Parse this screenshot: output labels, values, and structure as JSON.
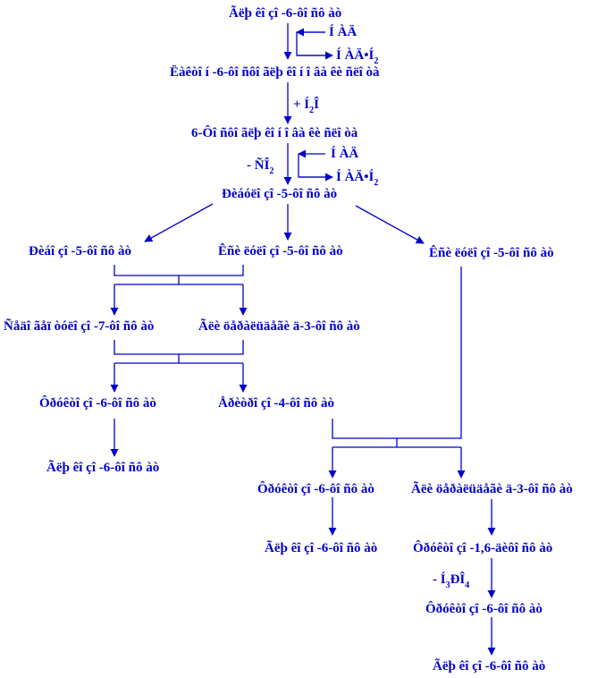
{
  "colors": {
    "ink": "#0000cc",
    "background": "#ffffff"
  },
  "nodes": {
    "n1": "Ãëþ êî çî -6-ôî ñô àò",
    "n2": "Ëàêòî í -6-ôî ñôî ãëþ êî í î âà êè ñëî òà",
    "n3": "6-Ôî ñôî ãëþ êî í î âà êè ñëî òà",
    "n4": "Ðèáóëî çî -5-ôî ñô àò",
    "n5": "Ðèáî çî -5-ôî ñô àò",
    "n6": "Êñè ëóëî çî -5-ôî ñô àò",
    "n7": "Êñè ëóëî çî -5-ôî ñô àò",
    "n8": "Ñåäî ãåï òóëî çî -7-ôî ñô àò",
    "n9": "Ãëè öåðàëüäåãè ä-3-ôî ñô àò",
    "n10": "Ôðóêòî çî -6-ôî ñô àò",
    "n11": "Åðèòðî çî -4-ôî ñô àò",
    "n12": "Ãëþ êî çî -6-ôî ñô àò",
    "n13": "Ôðóêòî çî -6-ôî ñô àò",
    "n14": "Ãëè öåðàëüäåãè ä-3-ôî ñô àò",
    "n15": "Ãëþ êî çî -6-ôî ñô àò",
    "n16": "Ôðóêòî çî -1,6-äèôî ñô àò",
    "n17": "Ôðóêòî çî -6-ôî ñô àò",
    "n18": "Ãëþ êî çî -6-ôî ñô àò"
  },
  "reagents": {
    "r1": "Í ÀÄ",
    "r2_main": "Í ÀÄ•Í",
    "r2_sub": "2",
    "r3_main": "+ Í",
    "r3_sub": "2",
    "r3_tail": "Î",
    "r4": "Í ÀÄ",
    "r5_main": "- ÑÎ",
    "r5_sub": "2",
    "r6_main": "Í ÀÄ•Í",
    "r6_sub": "2",
    "r7_main": "- Í",
    "r7_sub": "3",
    "r7_mid": "ÐÎ",
    "r7_sub2": "4"
  }
}
